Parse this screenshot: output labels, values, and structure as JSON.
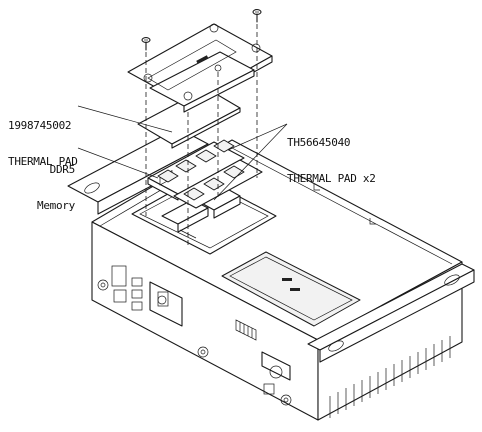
{
  "callouts": {
    "thermal_pad_1": {
      "line1": "1998745002",
      "line2": "THERMAL PAD"
    },
    "ddr5": {
      "line1": "DDR5",
      "line2": "Memory"
    },
    "thermal_pad_2": {
      "line1": "TH56645040",
      "line2": "THERMAL PAD x2"
    }
  },
  "icons": [
    "screw-icon",
    "heatsink-cover",
    "thermal-pad",
    "ddr5-module",
    "chassis",
    "mounting-bracket"
  ]
}
